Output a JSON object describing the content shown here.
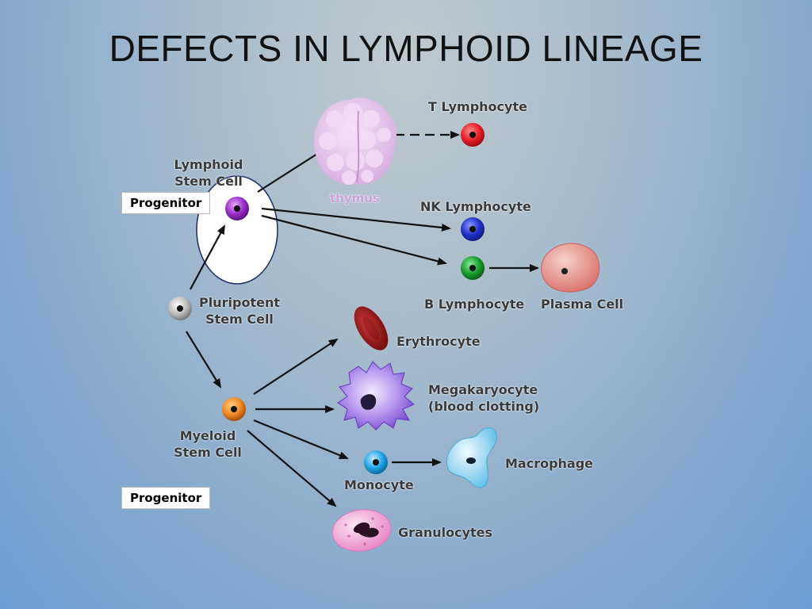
{
  "slide": {
    "title": "DEFECTS IN LYMPHOID LINEAGE",
    "progenitor_labels": [
      "Progenitor",
      "Progenitor"
    ]
  },
  "cells": {
    "lymphoid_stem": "Lymphoid\nStem Cell",
    "pluripotent_stem": "Pluripotent\nStem Cell",
    "myeloid_stem": "Myeloid\nStem Cell",
    "thymus": "thymus",
    "t_lymphocyte": "T Lymphocyte",
    "nk_lymphocyte": "NK Lymphocyte",
    "b_lymphocyte": "B Lymphocyte",
    "plasma_cell": "Plasma Cell",
    "erythrocyte": "Erythrocyte",
    "megakaryocyte": "Megakaryocyte\n(blood clotting)",
    "monocyte": "Monocyte",
    "macrophage": "Macrophage",
    "granulocytes": "Granulocytes"
  },
  "colors": {
    "t_cell": "#e8202a",
    "nk_cell": "#2233cc",
    "b_cell": "#18a030",
    "lymphoid_stem": "#9b2fc8",
    "pluripotent": "#bdbdbd",
    "myeloid": "#f08a24",
    "monocyte": "#22a6e6",
    "thymus": "#e6c6ea",
    "plasma": "#e89a95",
    "erythrocyte": "#a01818",
    "megakaryocyte": "#8a5ad8",
    "macrophage": "#7ccdf2",
    "granulocyte": "#f4a6d8"
  }
}
